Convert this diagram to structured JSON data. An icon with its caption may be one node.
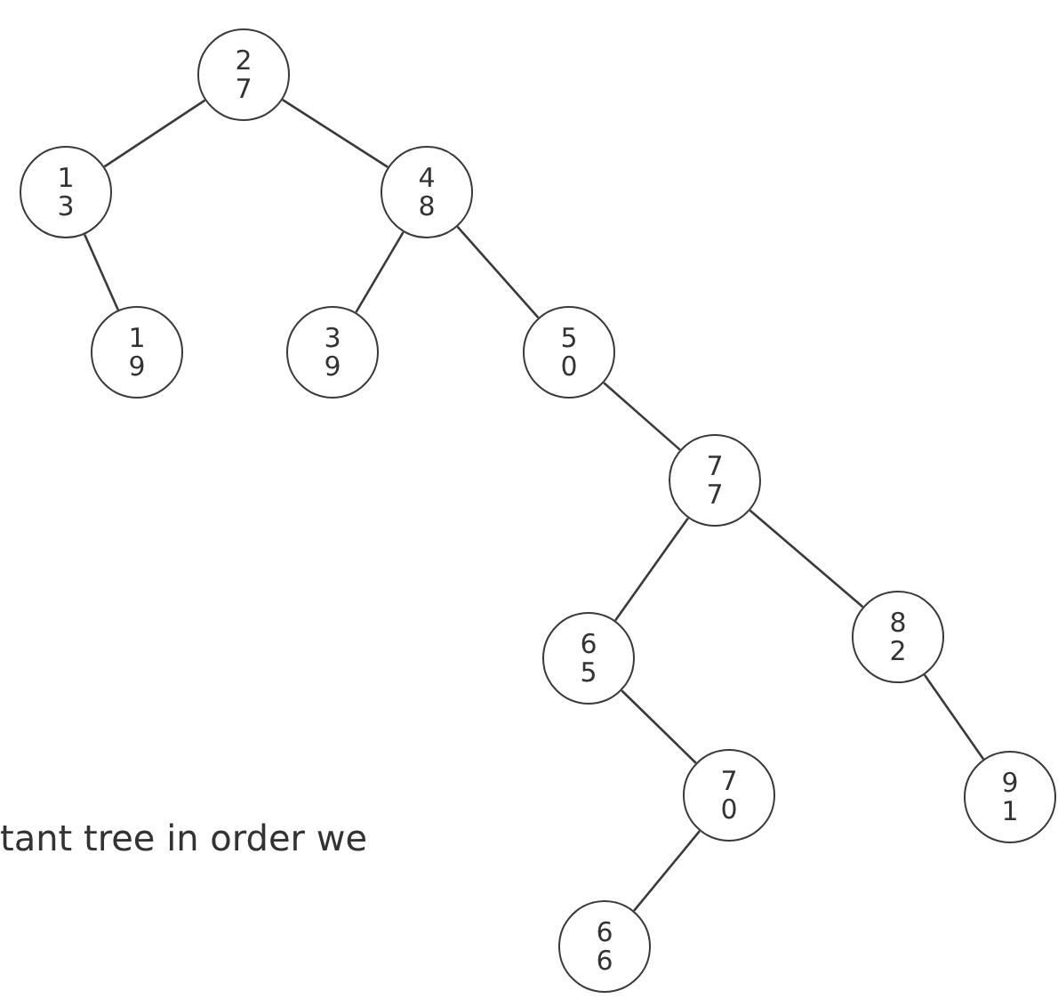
{
  "diagram": {
    "nodes": [
      {
        "text": [
          "27"
        ]
      },
      {
        "text": [
          "13"
        ]
      },
      {
        "text": [
          "48"
        ]
      },
      {
        "text": [
          "19"
        ]
      },
      {
        "text": [
          "39"
        ]
      },
      {
        "text": [
          "50"
        ]
      },
      {
        "text": [
          "77"
        ]
      },
      {
        "text": [
          "65"
        ]
      },
      {
        "text": [
          "82"
        ]
      },
      {
        "text": [
          "70"
        ]
      },
      {
        "text": [
          "91"
        ]
      },
      {
        "text": [
          "66"
        ]
      }
    ],
    "edges": [
      {
        "from": 0,
        "to": 1,
        "arrow": "none"
      },
      {
        "from": 0,
        "to": 2,
        "arrow": "none"
      },
      {
        "from": 1,
        "to": 3,
        "arrow": "none"
      },
      {
        "from": 2,
        "to": 4,
        "arrow": "none"
      },
      {
        "from": 2,
        "to": 5,
        "arrow": "none"
      },
      {
        "from": 5,
        "to": 6,
        "arrow": "none"
      },
      {
        "from": 6,
        "to": 7,
        "arrow": "none"
      },
      {
        "from": 6,
        "to": 8,
        "arrow": "none"
      },
      {
        "from": 7,
        "to": 9,
        "arrow": "none"
      },
      {
        "from": 8,
        "to": 10,
        "arrow": "none"
      },
      {
        "from": 9,
        "to": 11,
        "arrow": "none"
      }
    ],
    "labels": [
      "tant tree in order we"
    ]
  }
}
